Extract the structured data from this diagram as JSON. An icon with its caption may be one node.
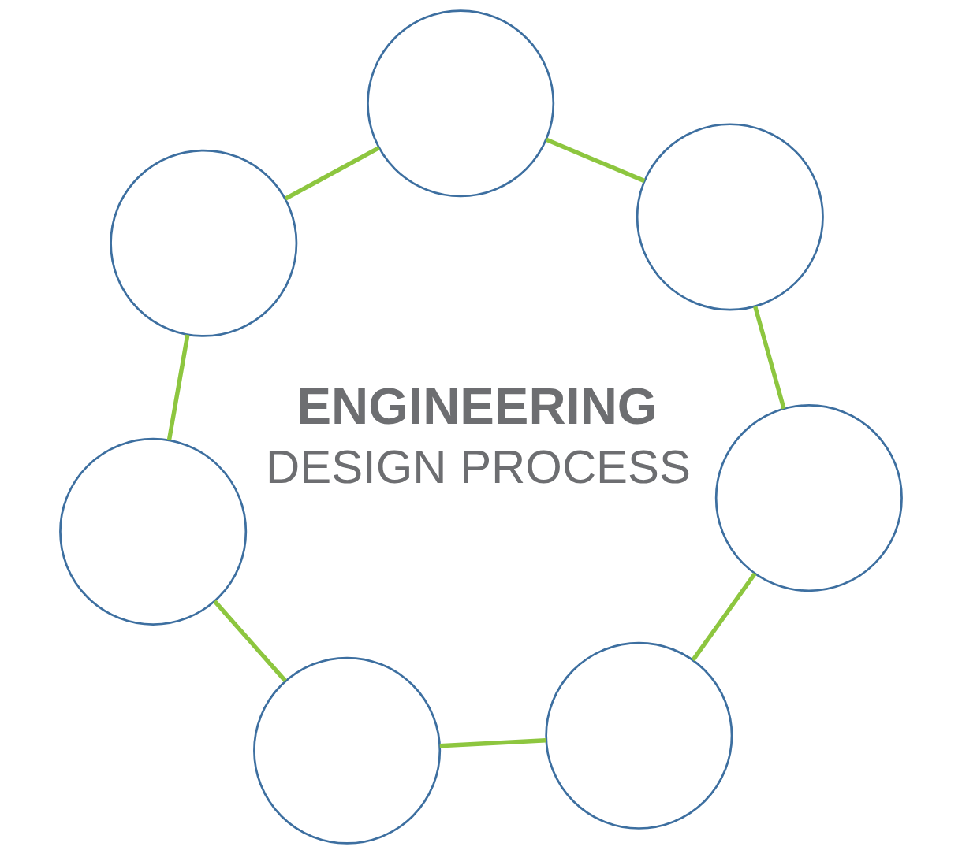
{
  "diagram": {
    "nodes": [
      {
        "text": [],
        "shape": "circle"
      },
      {
        "text": [],
        "shape": "circle"
      },
      {
        "text": [],
        "shape": "circle"
      },
      {
        "text": [],
        "shape": "circle"
      },
      {
        "text": [],
        "shape": "circle"
      },
      {
        "text": [],
        "shape": "circle"
      },
      {
        "text": [],
        "shape": "circle"
      }
    ],
    "edges": [
      {
        "from": 0,
        "to": 1,
        "arrow": "none"
      },
      {
        "from": 1,
        "to": 2,
        "arrow": "none"
      },
      {
        "from": 2,
        "to": 3,
        "arrow": "none"
      },
      {
        "from": 3,
        "to": 4,
        "arrow": "none"
      },
      {
        "from": 4,
        "to": 5,
        "arrow": "none"
      },
      {
        "from": 5,
        "to": 6,
        "arrow": "none"
      },
      {
        "from": 6,
        "to": 0,
        "arrow": "none"
      }
    ],
    "labels": [
      "ENGINEERING",
      "DESIGN PROCESS"
    ]
  }
}
